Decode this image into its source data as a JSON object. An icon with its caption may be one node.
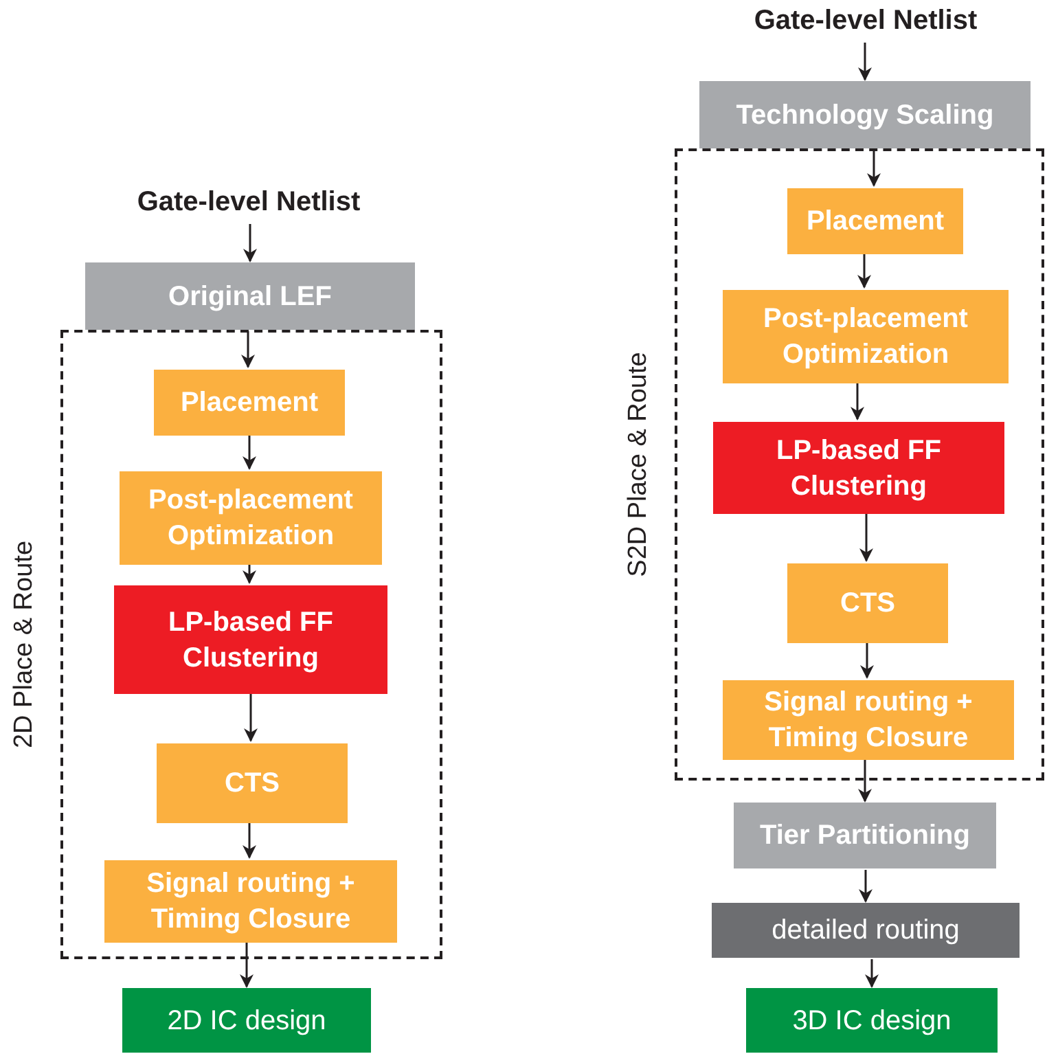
{
  "diagram": {
    "nodes": [
      {
        "text": [
          "2D Place & Route"
        ]
      },
      {
        "text": [
          "Gate-level Netlist"
        ]
      },
      {
        "text": [
          "Original LEF"
        ]
      },
      {
        "text": [
          "Placement"
        ],
        "in": 0
      },
      {
        "text": [
          "Post-placement Optimization"
        ],
        "in": 0
      },
      {
        "text": [
          "LP-based FF Clustering"
        ],
        "in": 0
      },
      {
        "text": [
          "CTS"
        ],
        "in": 0
      },
      {
        "text": [
          "Signal routing + Timing Closure"
        ],
        "in": 0
      },
      {
        "text": [
          "2D IC design"
        ]
      },
      {
        "text": [
          "S2D Place & Route"
        ]
      },
      {
        "text": [
          "Gate-level Netlist"
        ]
      },
      {
        "text": [
          "Technology Scaling"
        ]
      },
      {
        "text": [
          "Placement"
        ],
        "in": 9
      },
      {
        "text": [
          "Post-placement Optimization"
        ],
        "in": 9
      },
      {
        "text": [
          "LP-based FF Clustering"
        ],
        "in": 9
      },
      {
        "text": [
          "CTS"
        ],
        "in": 9
      },
      {
        "text": [
          "Signal routing + Timing Closure"
        ],
        "in": 9
      },
      {
        "text": [
          "Tier Partitioning"
        ]
      },
      {
        "text": [
          "detailed routing"
        ]
      },
      {
        "text": [
          "3D IC design"
        ]
      }
    ],
    "edges": [
      {
        "from": 1,
        "to": 2,
        "arrow": "to"
      },
      {
        "from": 2,
        "to": 3,
        "arrow": "to"
      },
      {
        "from": 3,
        "to": 4,
        "arrow": "to"
      },
      {
        "from": 4,
        "to": 5,
        "arrow": "to"
      },
      {
        "from": 5,
        "to": 6,
        "arrow": "to"
      },
      {
        "from": 6,
        "to": 7,
        "arrow": "to"
      },
      {
        "from": 7,
        "to": 8,
        "arrow": "to"
      },
      {
        "from": 10,
        "to": 11,
        "arrow": "to"
      },
      {
        "from": 11,
        "to": 12,
        "arrow": "to"
      },
      {
        "from": 12,
        "to": 13,
        "arrow": "to"
      },
      {
        "from": 13,
        "to": 14,
        "arrow": "to"
      },
      {
        "from": 14,
        "to": 15,
        "arrow": "to"
      },
      {
        "from": 15,
        "to": 16,
        "arrow": "to"
      },
      {
        "from": 16,
        "to": 17,
        "arrow": "to"
      },
      {
        "from": 17,
        "to": 18,
        "arrow": "to"
      },
      {
        "from": 18,
        "to": 19,
        "arrow": "to"
      }
    ]
  }
}
